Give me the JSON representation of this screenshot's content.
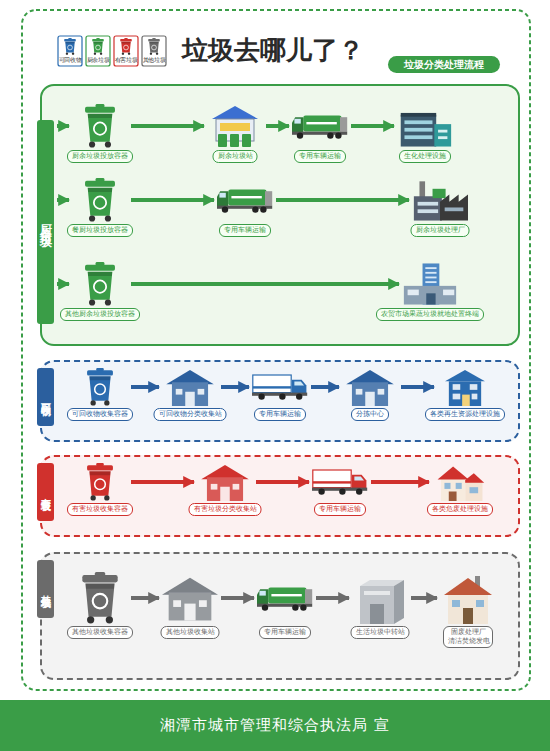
{
  "diagram": {
    "title": "垃圾去哪儿了？",
    "nodes": [
      {
        "text": [
          "垃圾分类处理流程"
        ]
      },
      {
        "text": [
          "厨余垃圾"
        ]
      },
      {
        "text": [
          "厨余垃圾投放容器"
        ],
        "in": 1
      },
      {
        "text": [
          "厨余垃圾站"
        ],
        "in": 1
      },
      {
        "text": [
          "专用车辆运输"
        ],
        "in": 1
      },
      {
        "text": [
          "生化处理设施"
        ],
        "in": 1
      },
      {
        "text": [
          "餐厨垃圾投放容器"
        ],
        "in": 1
      },
      {
        "text": [
          "专用车辆运输"
        ],
        "in": 1
      },
      {
        "text": [
          "厨余垃圾处理厂"
        ],
        "in": 1
      },
      {
        "text": [
          "其他厨余垃圾投放容器"
        ],
        "in": 1
      },
      {
        "text": [
          "农贸市场果蔬垃圾就地处置终端"
        ],
        "in": 1
      },
      {
        "text": [
          "可回收物"
        ]
      },
      {
        "text": [
          "可回收物收集容器"
        ],
        "in": 11
      },
      {
        "text": [
          "可回收物分类收集站"
        ],
        "in": 11
      },
      {
        "text": [
          "专用车辆运输"
        ],
        "in": 11
      },
      {
        "text": [
          "分拣中心"
        ],
        "in": 11
      },
      {
        "text": [
          "各类再生资源处理设施"
        ],
        "in": 11
      },
      {
        "text": [
          "有害垃圾"
        ]
      },
      {
        "text": [
          "有害垃圾收集容器"
        ],
        "in": 17
      },
      {
        "text": [
          "有害垃圾分类收集站"
        ],
        "in": 17
      },
      {
        "text": [
          "专用车辆运输"
        ],
        "in": 17
      },
      {
        "text": [
          "各类危废处理设施"
        ],
        "in": 17
      },
      {
        "text": [
          "其他垃圾"
        ]
      },
      {
        "text": [
          "其他垃圾收集容器"
        ],
        "in": 22
      },
      {
        "text": [
          "其他垃圾收集站"
        ],
        "in": 22
      },
      {
        "text": [
          "专用车辆运输"
        ],
        "in": 22
      },
      {
        "text": [
          "生活垃圾中转站"
        ],
        "in": 22
      },
      {
        "text": [
          "固废处理厂 清洁焚烧发电"
        ],
        "in": 22
      },
      {
        "text": [
          "湘潭市城市管理和综合执法局 宣"
        ]
      }
    ],
    "edges": [
      {
        "from": 1,
        "to": 2,
        "arrow": "to"
      },
      {
        "from": 1,
        "to": 6,
        "arrow": "to"
      },
      {
        "from": 1,
        "to": 9,
        "arrow": "to"
      },
      {
        "from": 2,
        "to": 3,
        "arrow": "to"
      },
      {
        "from": 3,
        "to": 4,
        "arrow": "to"
      },
      {
        "from": 4,
        "to": 5,
        "arrow": "to"
      },
      {
        "from": 6,
        "to": 7,
        "arrow": "to"
      },
      {
        "from": 7,
        "to": 8,
        "arrow": "to"
      },
      {
        "from": 9,
        "to": 10,
        "arrow": "to"
      },
      {
        "from": 12,
        "to": 13,
        "arrow": "to"
      },
      {
        "from": 13,
        "to": 14,
        "arrow": "to"
      },
      {
        "from": 14,
        "to": 15,
        "arrow": "to"
      },
      {
        "from": 15,
        "to": 16,
        "arrow": "to"
      },
      {
        "from": 18,
        "to": 19,
        "arrow": "to"
      },
      {
        "from": 19,
        "to": 20,
        "arrow": "to"
      },
      {
        "from": 20,
        "to": 21,
        "arrow": "to"
      },
      {
        "from": 23,
        "to": 24,
        "arrow": "to"
      },
      {
        "from": 24,
        "to": 25,
        "arrow": "to"
      },
      {
        "from": 25,
        "to": 26,
        "arrow": "to"
      },
      {
        "from": 26,
        "to": 27,
        "arrow": "to"
      }
    ],
    "labels": [
      "可回收物",
      "厨余垃圾",
      "有害垃圾",
      "其他垃圾"
    ]
  }
}
